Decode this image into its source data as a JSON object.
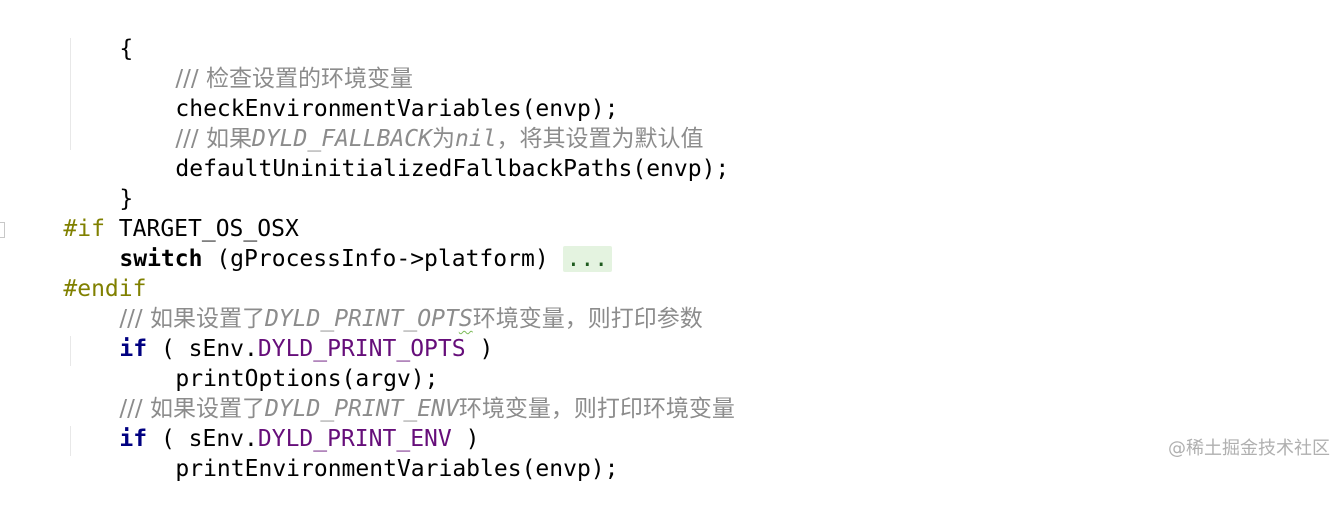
{
  "code": {
    "l1": {
      "brace": "{"
    },
    "l2": {
      "comment": "/// 检查设置的环境变量"
    },
    "l3": {
      "call": "checkEnvironmentVariables(envp);"
    },
    "l4": {
      "prefix": "/// 如果",
      "ident": "DYLD_FALLBACK",
      "mid": "为",
      "nil": "nil",
      "suffix": "，将其设置为默认值"
    },
    "l5": {
      "call": "defaultUninitializedFallbackPaths(envp);"
    },
    "l6": {
      "brace": "}"
    },
    "l7": {
      "directive": "#if",
      "rest": " TARGET_OS_OSX"
    },
    "l8": {
      "keyword": "switch",
      "rest": " (gProcessInfo->platform) ",
      "fold": "..."
    },
    "l9": {
      "directive": "#endif"
    },
    "l10": {
      "prefix": "/// 如果设置了",
      "ident_a": "DYLD_PRINT_OPT",
      "ident_b": "S",
      "suffix": "环境变量，则打印参数"
    },
    "l11": {
      "keyword": "if",
      "open": " ( sEnv.",
      "member": "DYLD_PRINT_OPTS",
      "close": " )"
    },
    "l12": {
      "call": "printOptions(argv);"
    },
    "l13": {
      "prefix": "/// 如果设置了",
      "ident": "DYLD_PRINT_ENV",
      "suffix": "环境变量，则打印环境变量"
    },
    "l14": {
      "keyword": "if",
      "open": " ( sEnv.",
      "member": "DYLD_PRINT_ENV",
      "close": " )"
    },
    "l15": {
      "call": "printEnvironmentVariables(envp);"
    }
  },
  "watermark": "@稀土掘金技术社区",
  "colors": {
    "comment": "#8c8c8c",
    "keyword": "#000080",
    "preprocessor": "#808000",
    "member": "#660e7a",
    "fold_bg": "#e4f3e0"
  }
}
